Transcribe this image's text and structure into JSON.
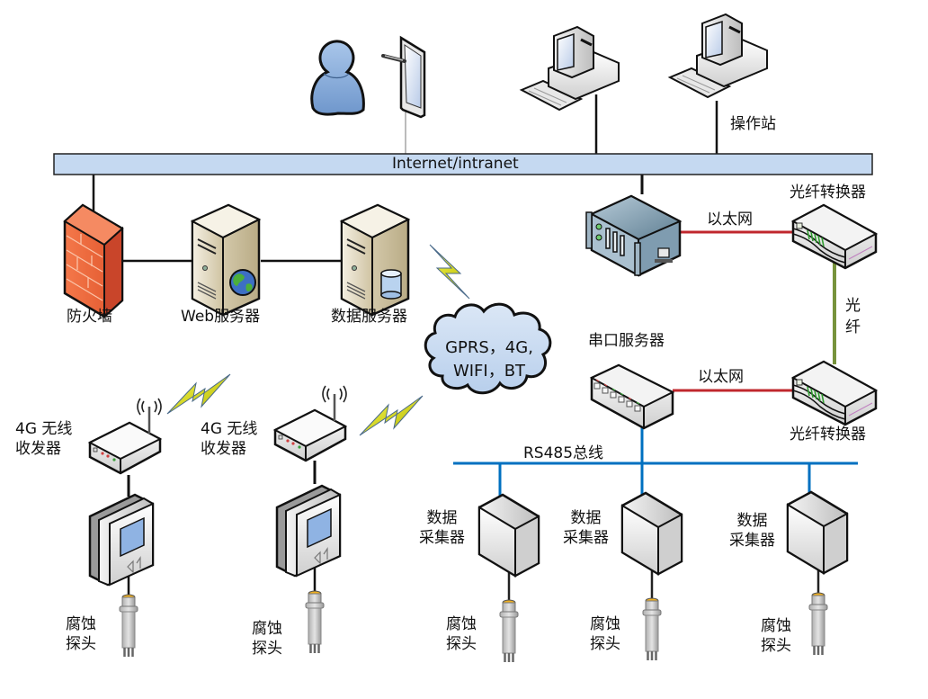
{
  "title": "腐蚀监测系统网络拓扑图",
  "colors": {
    "bus_fill": "#c5d9f1",
    "ethernet_line": "#c0272d",
    "fiber_line": "#77933c",
    "rs485_line": "#0070c0",
    "firewall": "#e8643c",
    "lightning": "#e6e600",
    "cloud_fill": "#c6d9f1",
    "person": "#7ea6d6"
  },
  "network_bus": {
    "label": "Internet/intranet"
  },
  "top_devices": {
    "user": {
      "icon": "person-icon"
    },
    "tablet": {
      "icon": "tablet-icon"
    },
    "workstation_label": "操作站"
  },
  "servers": {
    "firewall_label": "防火墙",
    "web_server_label": "Web服务器",
    "data_server_label": "数据服务器"
  },
  "backbone": {
    "ethernet_label_top": "以太网",
    "ethernet_label_bottom": "以太网",
    "fiber_label": "光\n纤",
    "converter_top_label": "光纤转换器",
    "converter_bottom_label": "光纤转换器",
    "serial_server_label": "串口服务器"
  },
  "wireless": {
    "cloud_line1": "GPRS，4G,",
    "cloud_line2": "WIFI，BT",
    "transceivers": [
      {
        "label": "4G 无线\n收发器"
      },
      {
        "label": "4G 无线\n收发器"
      }
    ]
  },
  "rs485": {
    "bus_label": "RS485总线",
    "collectors": [
      {
        "label": "数据\n采集器"
      },
      {
        "label": "数据\n采集器"
      },
      {
        "label": "数据\n采集器"
      }
    ]
  },
  "probes": [
    {
      "label": "腐蚀\n探头"
    },
    {
      "label": "腐蚀\n探头"
    },
    {
      "label": "腐蚀\n探头"
    },
    {
      "label": "腐蚀\n探头"
    },
    {
      "label": "腐蚀\n探头"
    }
  ]
}
